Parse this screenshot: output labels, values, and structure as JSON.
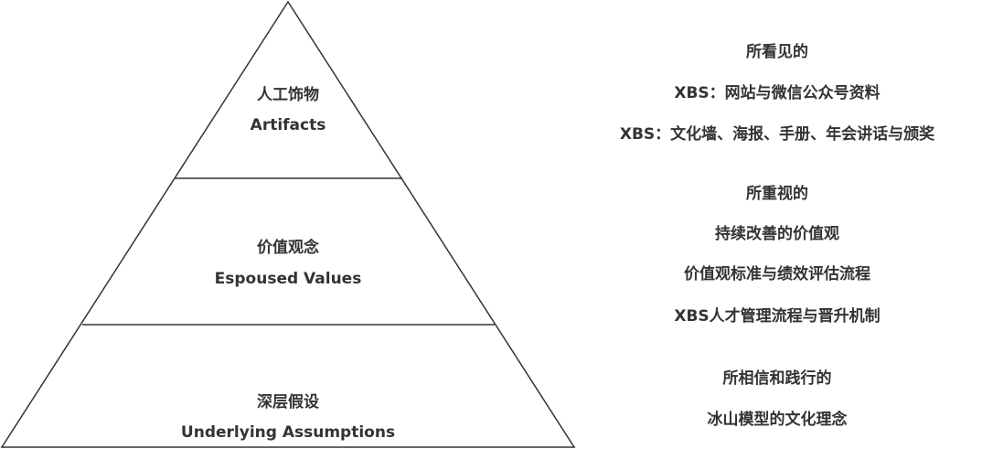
{
  "pyramid": {
    "tiers": [
      {
        "name_cn": "人工饰物",
        "name_en": "Artifacts"
      },
      {
        "name_cn": "价值观念",
        "name_en": "Espoused Values"
      },
      {
        "name_cn": "深层假设",
        "name_en": "Underlying Assumptions"
      }
    ],
    "line_color": "#333333"
  },
  "descriptions": {
    "tier1": [
      "所看见的",
      "XBS：网站与微信公众号资料",
      "XBS：文化墙、海报、手册、年会讲话与颁奖"
    ],
    "tier2": [
      "所重视的",
      "持续改善的价值观",
      "价值观标准与绩效评估流程",
      "XBS人才管理流程与晋升机制"
    ],
    "tier3": [
      "所相信和践行的",
      "冰山模型的文化理念"
    ]
  }
}
